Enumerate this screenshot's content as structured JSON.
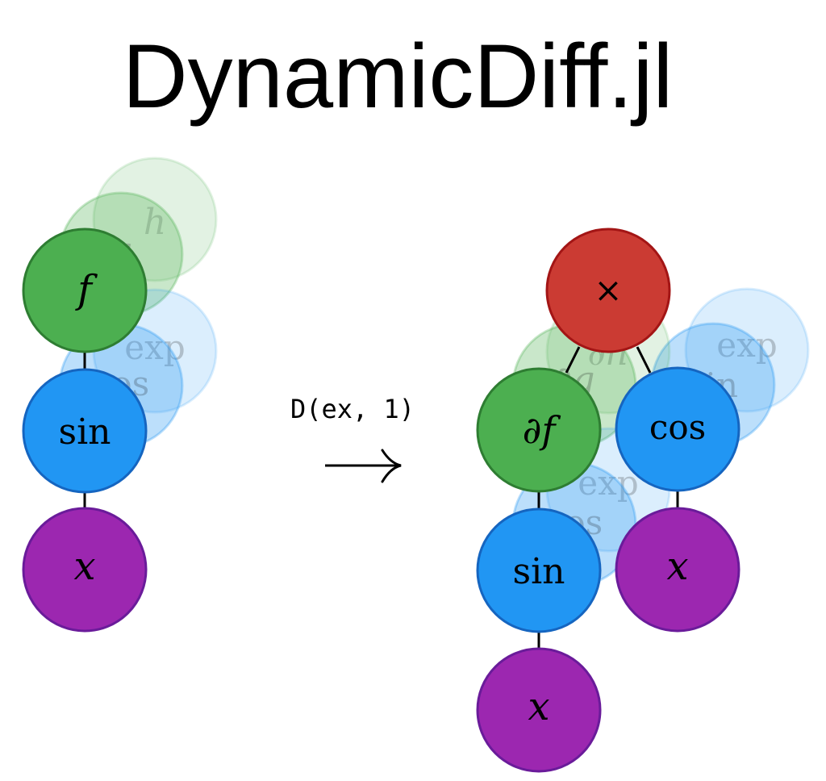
{
  "title": "DynamicDiff.jl",
  "operation": {
    "label": "D(ex, 1)",
    "arrow": "⟶"
  },
  "colors": {
    "green_fill": "#4caf50",
    "green_stroke": "#2e7d32",
    "blue_fill": "#2196f3",
    "blue_stroke": "#1565c0",
    "purple_fill": "#9c27b0",
    "purple_stroke": "#6a1b9a",
    "red_fill": "#cb3b33",
    "red_stroke": "#a31515"
  },
  "input_tree": {
    "nodes": {
      "f": "f",
      "sin": "sin",
      "x": "x"
    },
    "ghosts": {
      "h": "h",
      "g": "g",
      "exp": "exp",
      "cos": "cos"
    }
  },
  "output_tree": {
    "nodes": {
      "times": "×",
      "df": "∂f",
      "cos": "cos",
      "sin": "sin",
      "x_left": "x",
      "x_right": "x"
    },
    "ghosts": {
      "dh": "∂h",
      "dg": "∂g",
      "exp_top": "exp",
      "sin_top": "sin",
      "exp_bottom": "exp",
      "cos_bottom": "cos"
    }
  }
}
